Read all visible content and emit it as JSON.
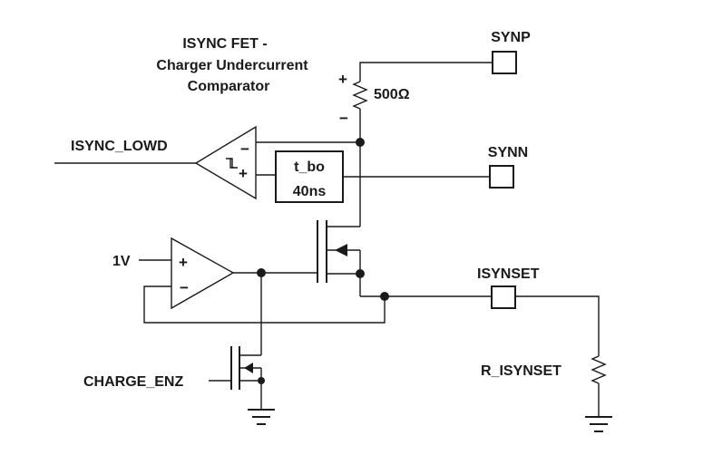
{
  "title": {
    "line1": "ISYNC FET -",
    "line2": "Charger Undercurrent",
    "line3": "Comparator"
  },
  "pins": {
    "synp": "SYNP",
    "synn": "SYNN",
    "isynset": "ISYNSET"
  },
  "signals": {
    "isync_lowd": "ISYNC_LOWD",
    "charge_enz": "CHARGE_ENZ",
    "v_ref": "1V"
  },
  "components": {
    "sense_resistor": "500Ω",
    "r_isynset": "R_ISYNSET",
    "delay_name": "t_bo",
    "delay_value": "40ns"
  },
  "signs": {
    "plus": "+",
    "minus": "−"
  }
}
